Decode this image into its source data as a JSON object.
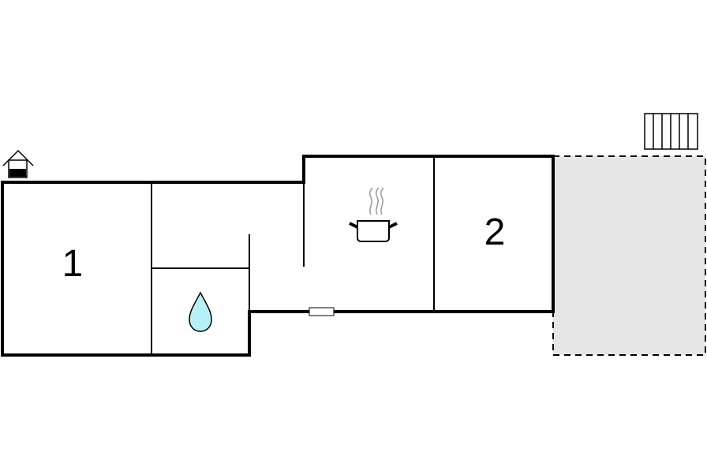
{
  "floorplan": {
    "rooms": [
      {
        "id": "room-1",
        "label": "1",
        "type": "bedroom"
      },
      {
        "id": "room-2",
        "label": "2",
        "type": "bedroom"
      },
      {
        "id": "bathroom",
        "label": "",
        "type": "bathroom",
        "icon": "water-drop-icon"
      },
      {
        "id": "kitchen",
        "label": "",
        "type": "kitchen",
        "icon": "cooking-pot-icon"
      },
      {
        "id": "terrace",
        "label": "",
        "type": "terrace"
      }
    ],
    "symbols": [
      {
        "name": "house-entrance-icon"
      },
      {
        "name": "fence-icon"
      },
      {
        "name": "window-icon"
      }
    ],
    "colors": {
      "wall": "#000000",
      "terrace_fill": "#e6e6e6",
      "water": "#b8f0f8"
    }
  }
}
